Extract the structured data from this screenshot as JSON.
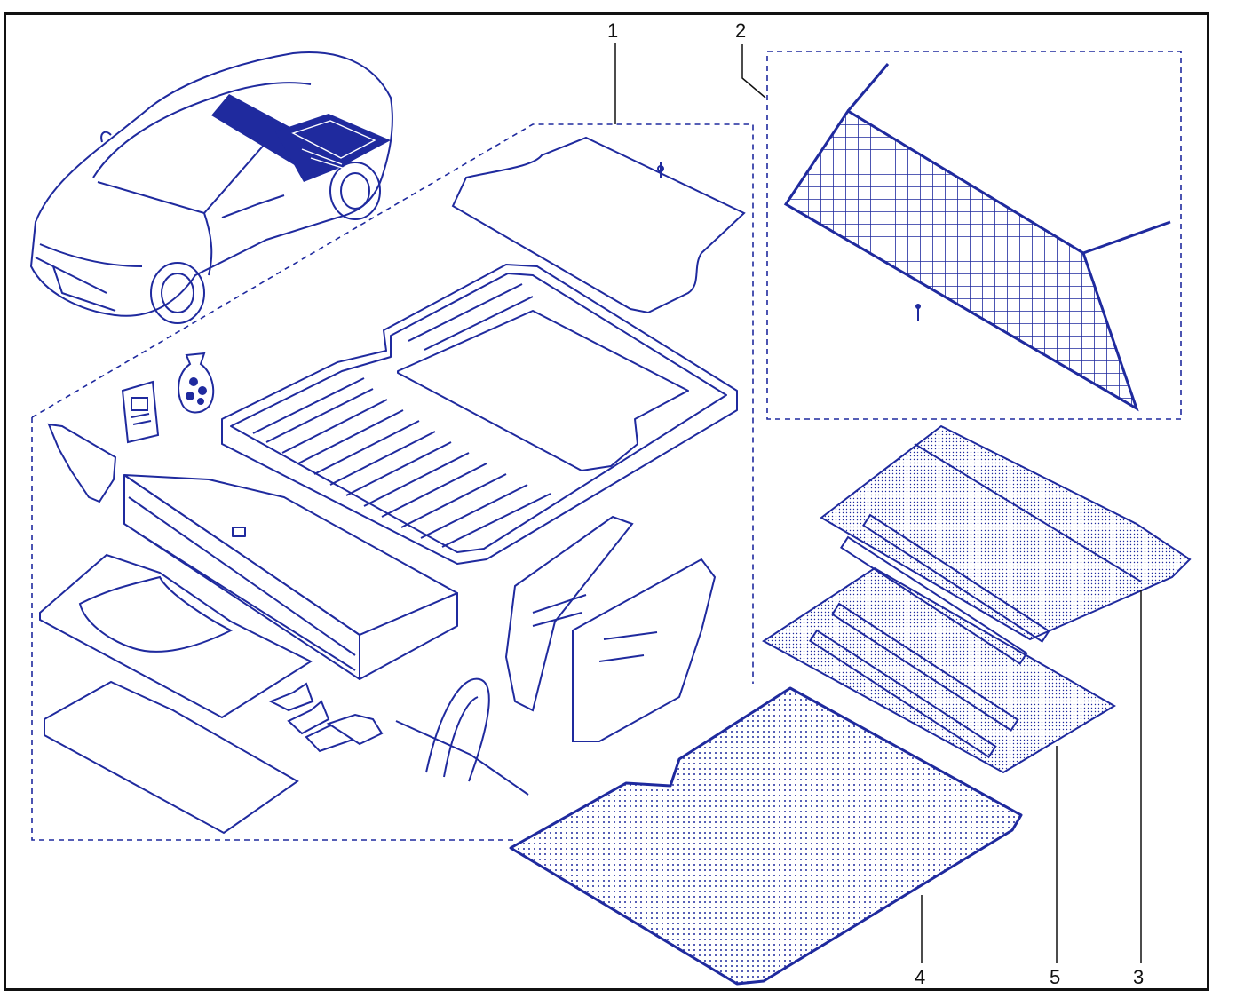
{
  "diagram": {
    "line_color": "#1f2a9e",
    "fill_color": "#1f2a9e",
    "frame_color": "#111111",
    "callouts": {
      "c1": "1",
      "c2": "2",
      "c3": "3",
      "c4": "4",
      "c5": "5"
    }
  }
}
